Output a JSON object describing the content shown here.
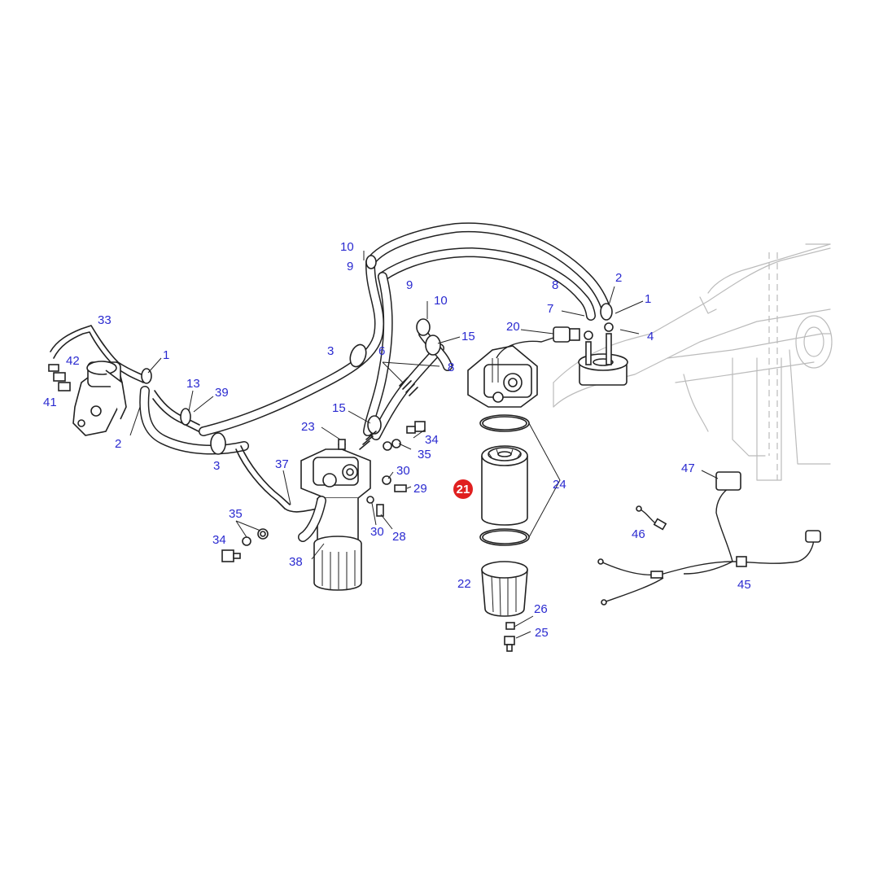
{
  "callouts": {
    "c1a": "1",
    "c1b": "1",
    "c2a": "2",
    "c2b": "2",
    "c3a": "3",
    "c3b": "3",
    "c4": "4",
    "c6": "6",
    "c7": "7",
    "c8a": "8",
    "c8b": "8",
    "c9a": "9",
    "c9b": "9",
    "c10a": "10",
    "c10b": "10",
    "c13": "13",
    "c15a": "15",
    "c15b": "15",
    "c20": "20",
    "c21": "21",
    "c22": "22",
    "c23": "23",
    "c24": "24",
    "c25": "25",
    "c26": "26",
    "c28": "28",
    "c29": "29",
    "c30a": "30",
    "c30b": "30",
    "c33": "33",
    "c34a": "34",
    "c34b": "34",
    "c35a": "35",
    "c35b": "35",
    "c37": "37",
    "c38": "38",
    "c39": "39",
    "c41": "41",
    "c42": "42",
    "c45": "45",
    "c46": "46",
    "c47": "47"
  },
  "colors": {
    "callout_text": "#2a2ad0",
    "highlight_badge": "#e02020",
    "line_art": "#222222",
    "ghost_chassis": "#bbbbbb"
  }
}
